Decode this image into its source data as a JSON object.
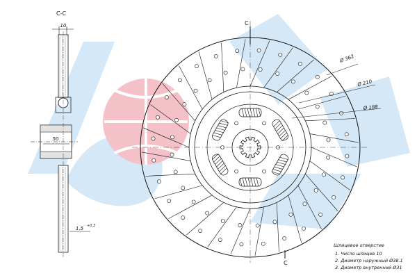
{
  "section": {
    "title": "С-С",
    "width_dim": "10",
    "hub_len_dim": "50",
    "thickness_dim": "1.5",
    "thickness_tol": "+0.3"
  },
  "disc": {
    "cut_marker_top": "С",
    "cut_marker_bottom": "С",
    "outer_dia": "Ø 362",
    "mid_dia": "Ø 210",
    "inner_dia": "Ø 188"
  },
  "notes": {
    "title": "Шлицевое отверстие",
    "line1": "1. Число шлицев   10",
    "line2": "2. Диаметр наружный   Ø38.1",
    "line3": "3. Диаметр внутренний   Ø31"
  },
  "watermark": {
    "colors": {
      "blue": "#cde4f7",
      "red": "#f4b7bf"
    }
  }
}
